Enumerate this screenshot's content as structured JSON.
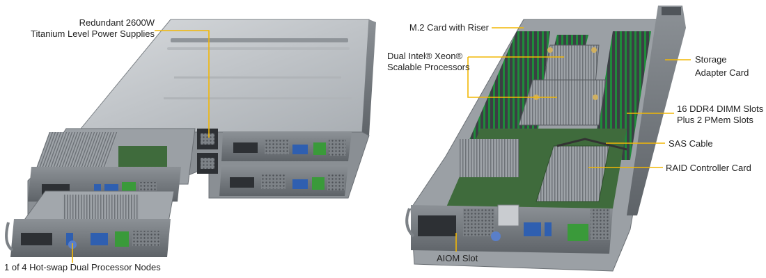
{
  "left_panel": {
    "labels": {
      "psu_line1": "Redundant 2600W",
      "psu_line2": "Titanium Level Power Supplies",
      "node": "1 of 4 Hot-swap Dual Processor Nodes"
    }
  },
  "right_panel": {
    "labels": {
      "m2": "M.2 Card with Riser",
      "cpu_line1": "Dual Intel® Xeon®",
      "cpu_line2": "Scalable Processors",
      "storage_line1": "Storage",
      "storage_line2": "Adapter Card",
      "dimm_line1": "16 DDR4 DIMM Slots",
      "dimm_line2": "Plus 2 PMem Slots",
      "sas": "SAS Cable",
      "raid": "RAID Controller Card",
      "aiom": "AIOM Slot"
    }
  },
  "colors": {
    "leader": "#f2b705",
    "chassis_dark": "#6e7378",
    "chassis_mid": "#9aa0a5",
    "chassis_light": "#c9ccd0",
    "port_green": "#3a9a3a",
    "port_blue": "#2f5fb0",
    "pcb_green": "#3f6b3c"
  }
}
